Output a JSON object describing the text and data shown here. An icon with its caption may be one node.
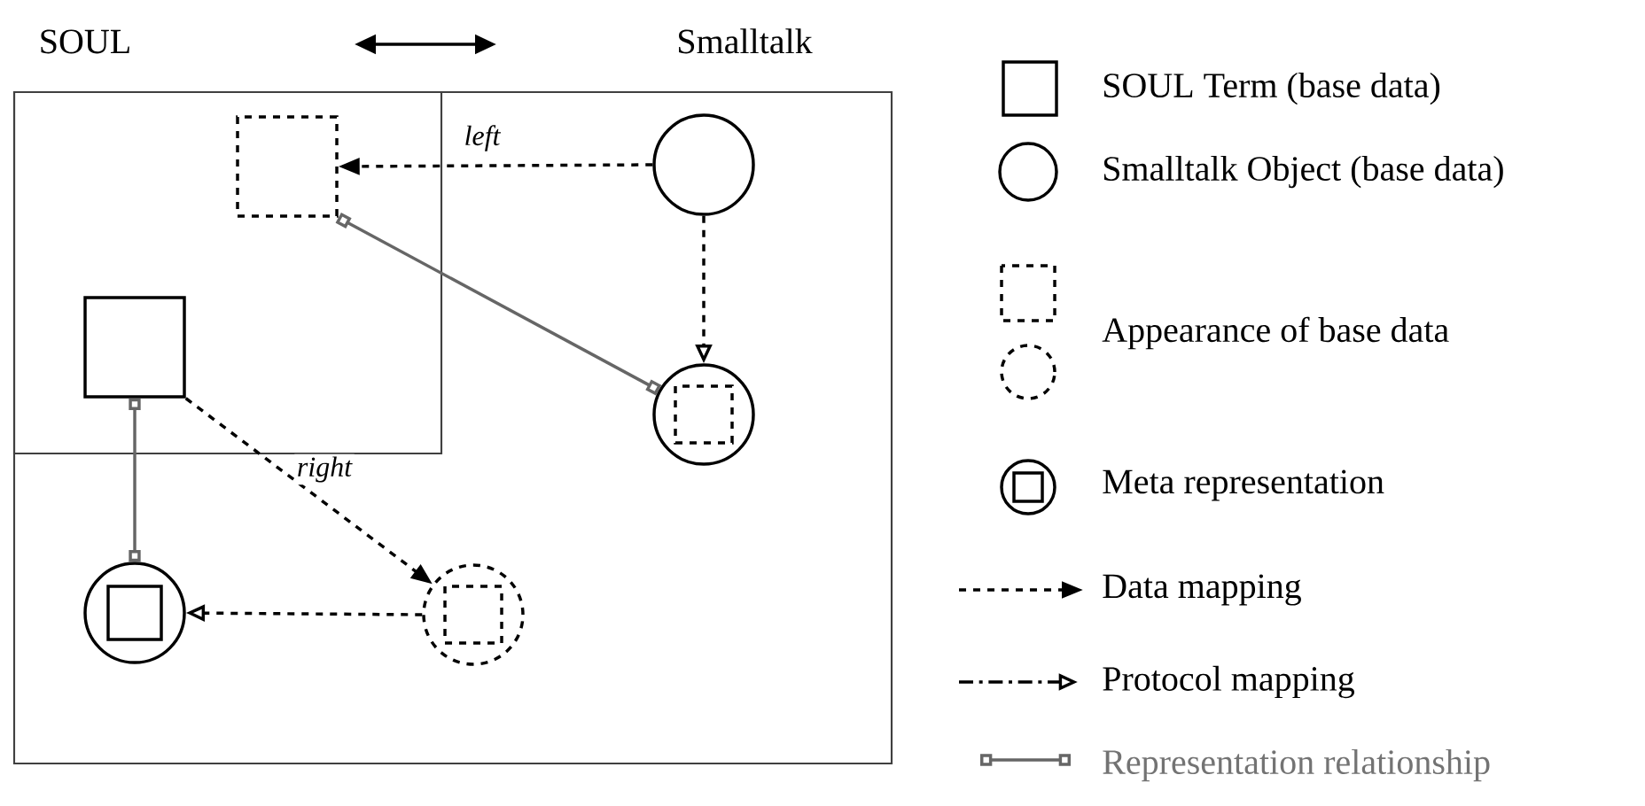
{
  "diagram": {
    "nodes": [
      {
        "text": [],
        "shape": "box"
      },
      {
        "text": [],
        "shape": "circle"
      },
      {
        "text": [],
        "shape": "box"
      },
      {
        "text": [],
        "shape": "circle"
      },
      {
        "text": [],
        "shape": "circle"
      },
      {
        "text": [],
        "shape": "circle"
      }
    ],
    "edges": [
      {
        "from": 1,
        "to": 0,
        "arrow": "to",
        "style": "dashed",
        "label": "left"
      },
      {
        "from": 1,
        "to": 3,
        "arrow": "to",
        "style": "dashed"
      },
      {
        "from": 0,
        "to": 3,
        "arrow": "other",
        "color": "#666666"
      },
      {
        "from": 2,
        "to": 5,
        "arrow": "to",
        "style": "dashed",
        "label": "right"
      },
      {
        "from": 2,
        "to": 4,
        "arrow": "other",
        "color": "#666666"
      },
      {
        "from": 5,
        "to": 4,
        "arrow": "to",
        "style": "dashed"
      }
    ],
    "labels": [
      "SOUL",
      "Smalltalk"
    ],
    "legend": [
      {
        "text": "SOUL Term (base data)"
      },
      {
        "text": "Smalltalk Object (base data)"
      },
      {
        "text": "Appearance of base data"
      },
      {
        "text": "Meta representation"
      },
      {
        "text": "Data mapping"
      },
      {
        "text": "Protocol mapping"
      },
      {
        "text": "Representation relationship"
      }
    ]
  }
}
